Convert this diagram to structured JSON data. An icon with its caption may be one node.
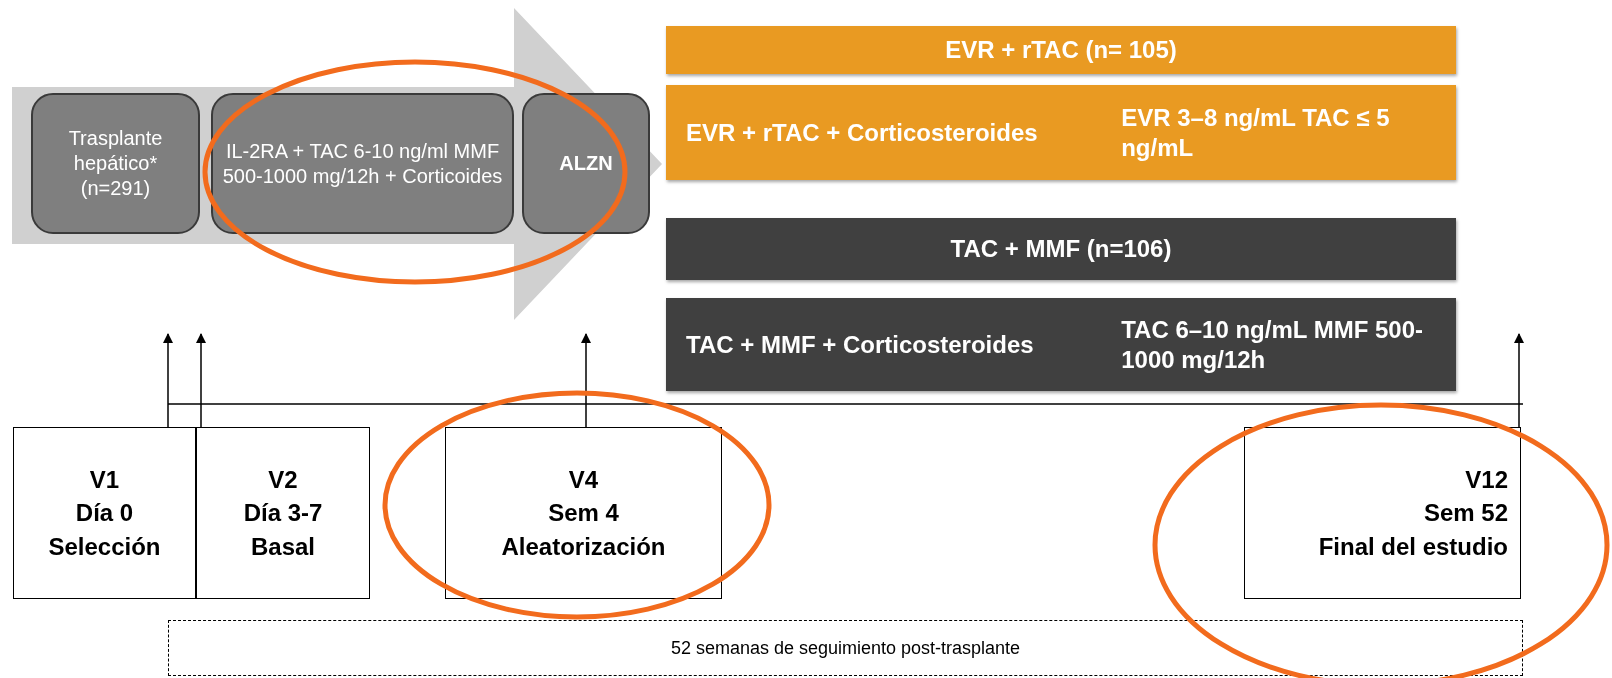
{
  "diagram": {
    "nodes": [
      {
        "text": [],
        "shape": "arrow"
      },
      {
        "text": [
          "Trasplante hepático* (n=291)"
        ],
        "in": 0
      },
      {
        "text": [
          "IL-2RA + TAC 6-10 ng/ml MMF 500-1000 mg/12h + Corticoides"
        ],
        "in": 0
      },
      {
        "text": [
          "ALZN"
        ],
        "in": 0
      },
      {
        "text": [
          "EVR + rTAC (n= 105)"
        ]
      },
      {
        "text": [
          "EVR + rTAC + Corticosteroides",
          "EVR 3–8 ng/mL TAC ≤ 5 ng/mL"
        ]
      },
      {
        "text": [
          "TAC + MMF (n=106)"
        ]
      },
      {
        "text": [
          "TAC + MMF + Corticosteroides",
          "TAC 6–10 ng/mL MMF 500-1000 mg/12h"
        ]
      },
      {
        "text": [
          "V1",
          "Día 0",
          "Selección"
        ]
      },
      {
        "text": [
          "V2",
          "Día 3-7",
          "Basal"
        ]
      },
      {
        "text": [
          "V4",
          "Sem 4",
          "Aleatorización"
        ]
      },
      {
        "text": [
          "V12",
          "Sem 52",
          "Final del estudio"
        ]
      },
      {
        "text": [
          "52 semanas de seguimiento post-trasplante"
        ]
      }
    ],
    "edges": [
      {
        "from": 8,
        "to": null,
        "arrow": "to"
      },
      {
        "from": 9,
        "to": null,
        "arrow": "to"
      },
      {
        "from": 10,
        "to": null,
        "arrow": "to"
      },
      {
        "from": 11,
        "to": null,
        "arrow": "to"
      }
    ]
  }
}
